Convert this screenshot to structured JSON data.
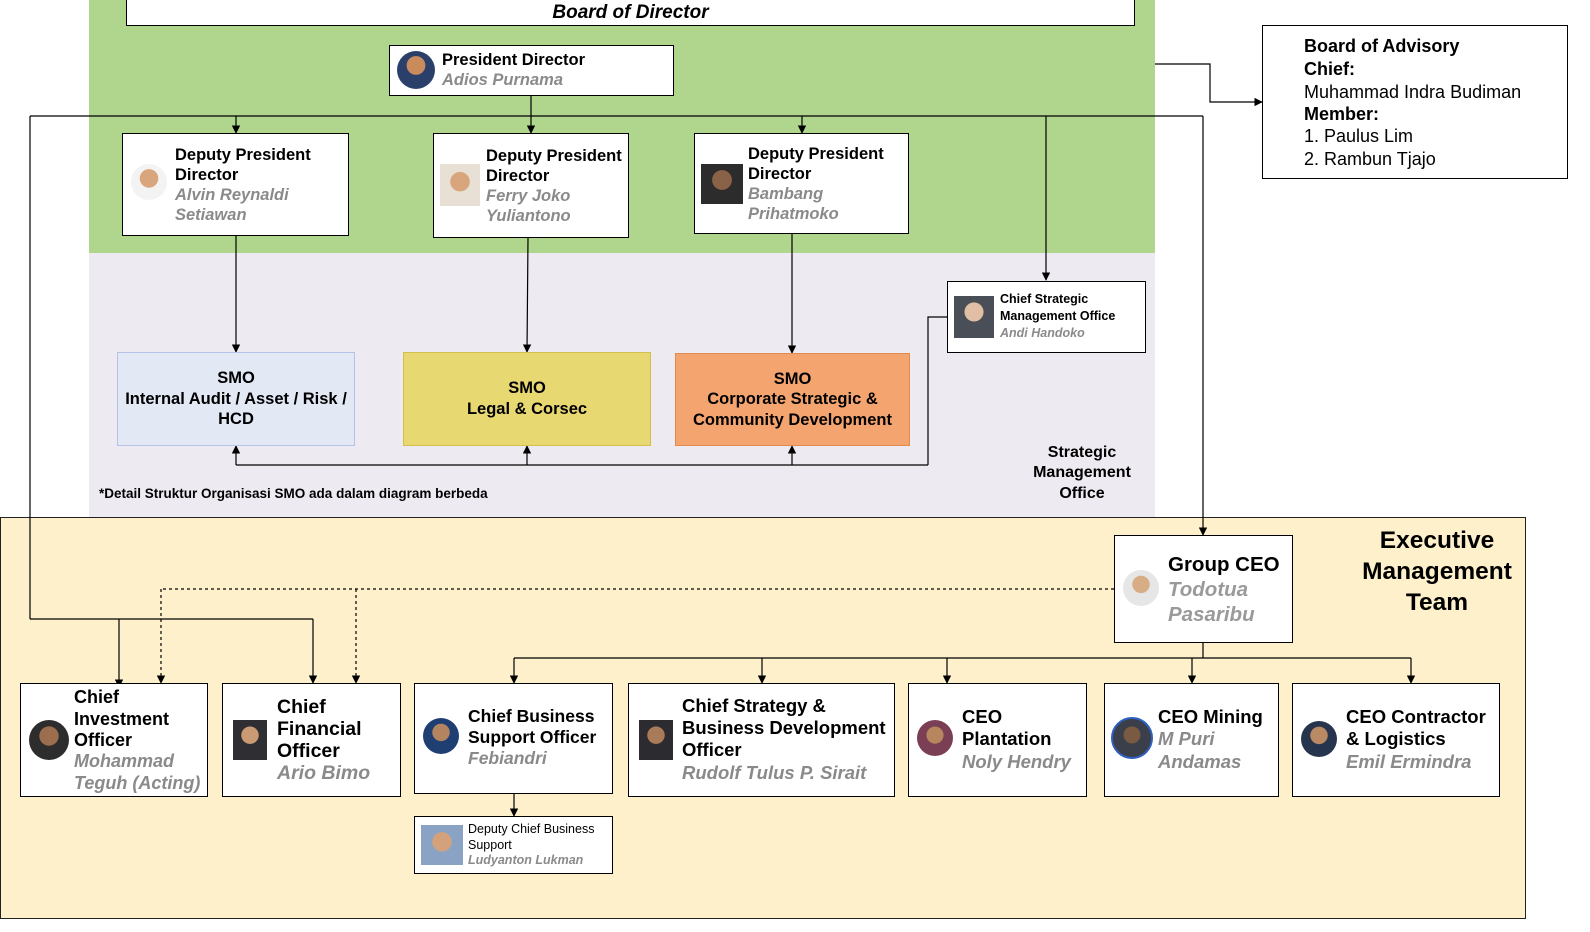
{
  "board_of_director": {
    "title": "Board of Director"
  },
  "president": {
    "role": "President Director",
    "name": "Adios Purnama"
  },
  "deputies": [
    {
      "role_1": "Deputy President",
      "role_2": "Director",
      "name_1": "Alvin Reynaldi",
      "name_2": "Setiawan"
    },
    {
      "role_1": "Deputy President",
      "role_2": "Director",
      "name_1": "Ferry Joko",
      "name_2": "Yuliantono"
    },
    {
      "role_1": "Deputy President",
      "role_2": "Director",
      "name_1": "Bambang",
      "name_2": "Prihatmoko"
    }
  ],
  "board_of_advisory": {
    "title": "Board of Advisory",
    "chief_label": "Chief:",
    "chief_name": "Muhammad Indra Budiman",
    "member_label": "Member:",
    "members": [
      "1. Paulus Lim",
      "2. Rambun Tjajo"
    ]
  },
  "chief_smo": {
    "role_1": "Chief Strategic",
    "role_2": "Management Office",
    "name": "Andi Handoko"
  },
  "smo_boxes": [
    {
      "line_1": "SMO",
      "line_2": "Internal Audit / Asset / Risk /",
      "line_3": "HCD",
      "color": "#e3e8f5"
    },
    {
      "line_1": "SMO",
      "line_2": "Legal & Corsec",
      "color": "#e8d872"
    },
    {
      "line_1": "SMO",
      "line_2": "Corporate Strategic &",
      "line_3": "Community Development",
      "color": "#f4a46e"
    }
  ],
  "smo_zone": {
    "label_1": "Strategic",
    "label_2": "Management",
    "label_3": "Office"
  },
  "footnote": "*Detail Struktur Organisasi SMO ada dalam diagram berbeda",
  "exec_zone": {
    "label_1": "Executive",
    "label_2": "Management",
    "label_3": "Team"
  },
  "group_ceo": {
    "role": "Group CEO",
    "name_1": "Todotua",
    "name_2": "Pasaribu"
  },
  "executives": [
    {
      "lines": [
        "Chief",
        "Investment",
        "Officer"
      ],
      "names": [
        "Mohammad",
        "Teguh (Acting)"
      ]
    },
    {
      "lines": [
        "Chief",
        "Financial",
        "Officer"
      ],
      "names": [
        "Ario Bimo"
      ]
    },
    {
      "lines": [
        "Chief Business",
        "Support Officer"
      ],
      "names": [
        "Febiandri"
      ]
    },
    {
      "lines": [
        "Chief Strategy &",
        "Business Development",
        "Officer"
      ],
      "names": [
        "Rudolf Tulus P. Sirait"
      ]
    },
    {
      "lines": [
        "CEO",
        "Plantation"
      ],
      "names": [
        "Noly Hendry"
      ]
    },
    {
      "lines": [
        "CEO Mining"
      ],
      "names": [
        "M Puri",
        "Andamas"
      ]
    },
    {
      "lines": [
        "CEO Contractor",
        "& Logistics"
      ],
      "names": [
        "Emil Ermindra"
      ]
    }
  ],
  "deputy_cbs": {
    "role_1": "Deputy Chief Business",
    "role_2": "Support",
    "name": "Ludyanton Lukman"
  },
  "colors": {
    "board_zone": "#b0d68e",
    "smo_zone": "#eeeaf2",
    "exec_zone": "#fdf0cb"
  }
}
